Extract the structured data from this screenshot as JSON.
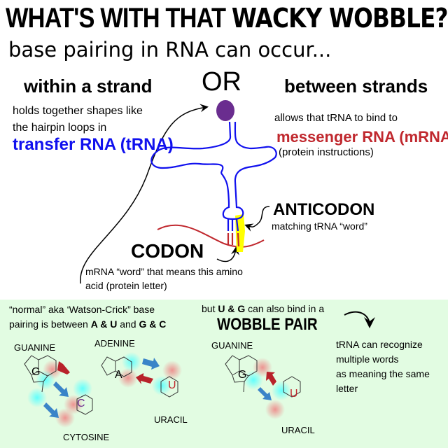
{
  "title": {
    "part1": "WHAT'S WITH THAT ",
    "part2": "WACKY WOBBLE?"
  },
  "subtitle": "base pairing in RNA can occur...",
  "left": {
    "heading": "within a strand",
    "line1": "holds together shapes like",
    "line2": "the hairpin loops in",
    "highlight": "transfer RNA (tRNA)"
  },
  "or_label": "OR",
  "right": {
    "heading": "between strands",
    "line1": "allows that tRNA to bind to",
    "highlight": "messenger RNA (mRNA)",
    "line2": "(protein instructions)"
  },
  "anticodon": {
    "label": "ANTICODON",
    "desc": "matching tRNA “word”"
  },
  "codon": {
    "label": "CODON",
    "line1": "mRNA “word” that means this amino",
    "line2": "acid (protein letter)"
  },
  "watson_crick": {
    "line1": "“normal” aka ‘Watson-Crick” base",
    "line2_prefix": "pairing is between ",
    "pair1": "A & U",
    "line2_mid": " and ",
    "pair2": "G & C",
    "molecules": {
      "guanine": "GUANINE",
      "cytosine": "CYTOSINE",
      "adenine": "ADENINE",
      "uracil": "URACIL",
      "g": "G",
      "c": "C",
      "a": "A",
      "u": "U"
    }
  },
  "wobble": {
    "line1_prefix": "but ",
    "pair": "U & G",
    "line1_suffix": " can also bind in a",
    "heading": "WOBBLE PAIR",
    "guanine": "GUANINE",
    "uracil": "URACIL",
    "g": "G",
    "u": "U",
    "note1": "tRNA can recognize",
    "note2": "multiple words",
    "note3": "as meaning the same",
    "note4": "letter"
  },
  "colors": {
    "trna": "#1010ee",
    "mrna": "#c0282e",
    "anticodon_highlight": "#ffff00",
    "amino_acid": "#6a2d8f",
    "panel": "#e2fce2",
    "donor_arrow": "#3a84c8",
    "acceptor_arrow": "#b8222a"
  }
}
